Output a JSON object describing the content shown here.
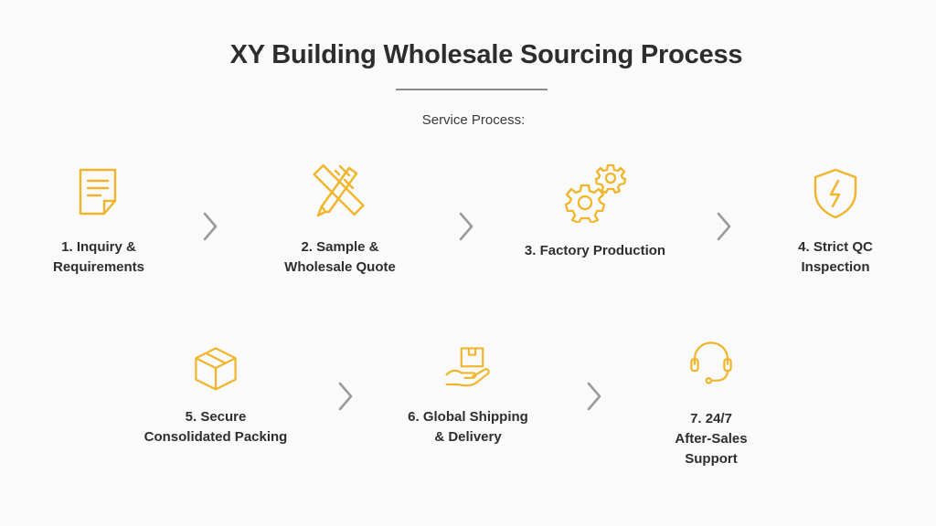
{
  "title": "XY Building Wholesale Sourcing Process",
  "subtitle": "Service Process:",
  "colors": {
    "accent": "#f0b52a",
    "arrow": "#9a9a9a",
    "text": "#2e2e2e"
  },
  "steps": [
    {
      "label": "1. Inquiry &\nRequirements",
      "icon": "document-icon"
    },
    {
      "label": "2. Sample &\nWholesale Quote",
      "icon": "ruler-pencil-icon"
    },
    {
      "label": "3. Factory Production",
      "icon": "gears-icon"
    },
    {
      "label": "4. Strict QC\nInspection",
      "icon": "shield-bolt-icon"
    },
    {
      "label": "5. Secure\nConsolidated Packing",
      "icon": "box-icon"
    },
    {
      "label": "6. Global Shipping\n& Delivery",
      "icon": "hand-package-icon"
    },
    {
      "label": "7. 24/7\nAfter-Sales\nSupport",
      "icon": "headset-icon"
    }
  ]
}
